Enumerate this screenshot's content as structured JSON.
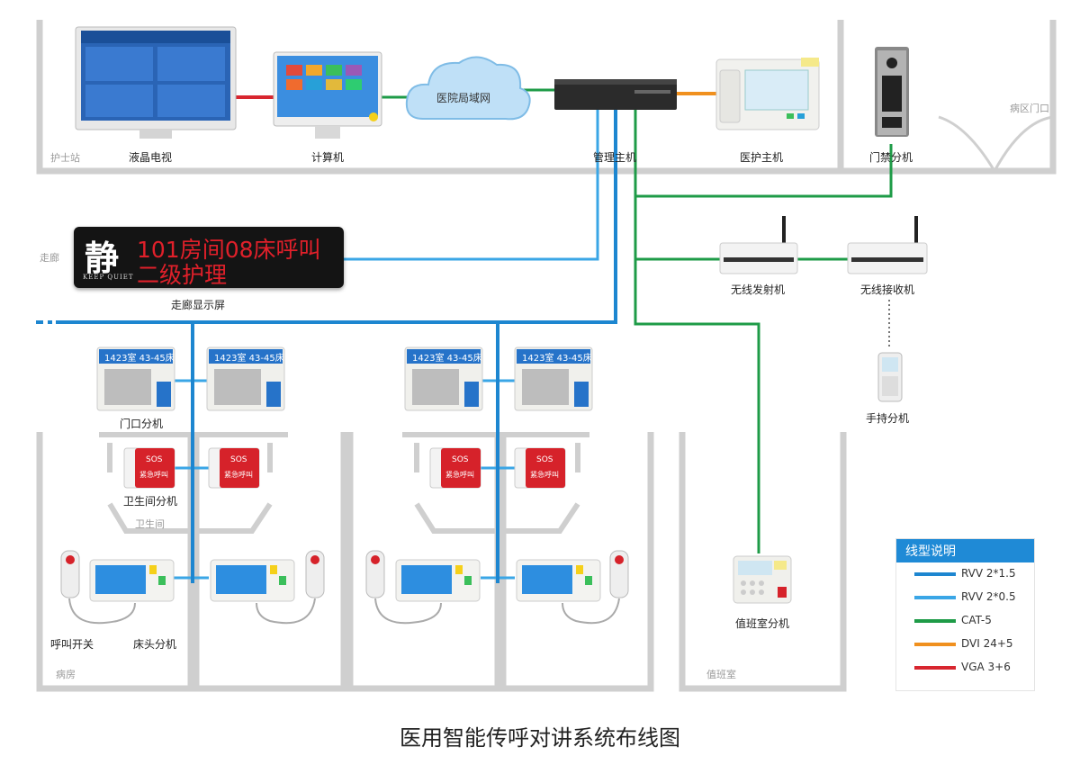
{
  "title": "医用智能传呼对讲系统布线图",
  "zones": {
    "nurse_station": "护士站",
    "corridor": "走廊",
    "ward": "病房",
    "bathroom": "卫生间",
    "duty_room": "值班室",
    "ward_gate": "病区门口"
  },
  "devices": {
    "lcd_tv": "液晶电视",
    "computer": "计算机",
    "lan": "医院局域网",
    "manager_host": "管理主机",
    "medical_host": "医护主机",
    "door_access": "门禁分机",
    "corridor_display": "走廊显示屏",
    "wireless_tx": "无线发射机",
    "wireless_rx": "无线接收机",
    "handheld": "手持分机",
    "door_ext": "门口分机",
    "bathroom_ext": "卫生间分机",
    "call_switch": "呼叫开关",
    "bedside_ext": "床头分机",
    "duty_ext": "值班室分机"
  },
  "led_display": {
    "quiet_char": "静",
    "quiet_en": "KEEP QUIET",
    "line1": "101房间08床呼叫",
    "line2": "二级护理"
  },
  "door_panel": {
    "room": "1423室",
    "beds": "43-45床"
  },
  "sos": {
    "label": "SOS",
    "sub": "紧急呼叫"
  },
  "legend": {
    "title": "线型说明",
    "items": [
      {
        "label": "RVV 2*1.5",
        "color": "#1d86d0"
      },
      {
        "label": "RVV 2*0.5",
        "color": "#3aa6e6"
      },
      {
        "label": "CAT-5",
        "color": "#1e9b47"
      },
      {
        "label": "DVI 24+5",
        "color": "#f0901e"
      },
      {
        "label": "VGA 3+6",
        "color": "#d8262f"
      }
    ]
  },
  "colors": {
    "wall": "#cfcfcf",
    "rvv15": "#1d86d0",
    "rvv05": "#3aa6e6",
    "cat5": "#1e9b47",
    "dvi": "#f0901e",
    "vga": "#d8262f"
  }
}
